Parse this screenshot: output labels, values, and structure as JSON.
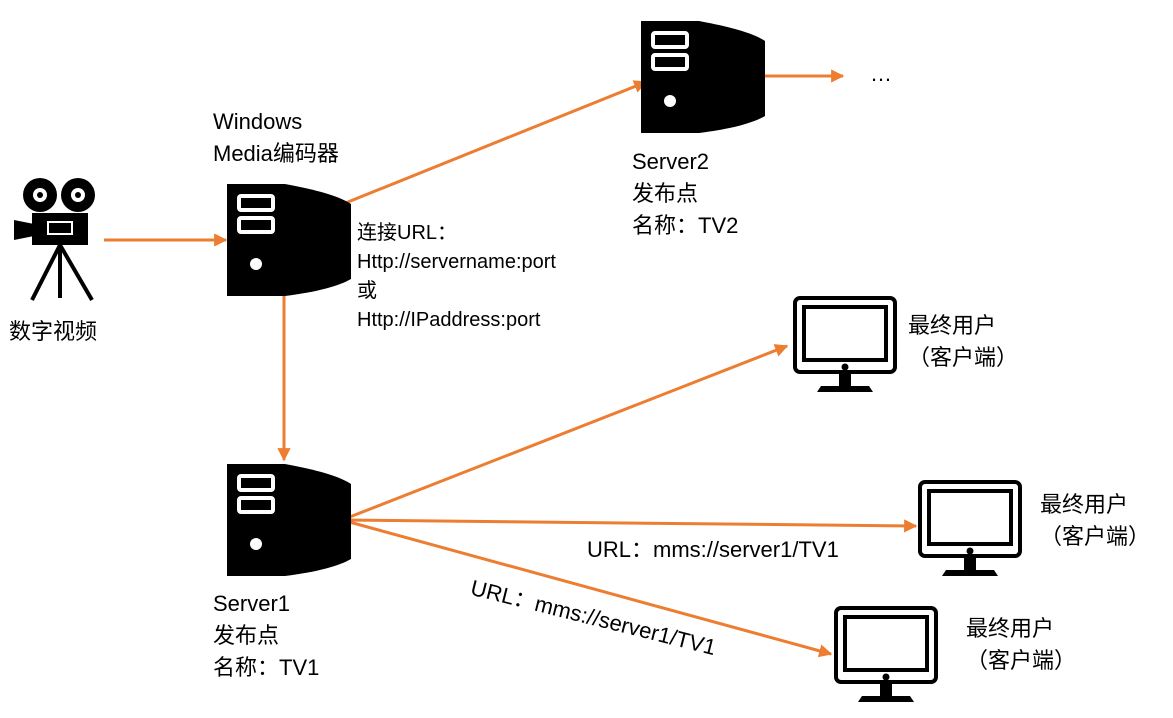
{
  "labels": {
    "camera": "数字视频",
    "encoder_line1": "Windows",
    "encoder_line2": "Media编码器",
    "connect_line1": "连接URL：",
    "connect_line2": "Http://servername:port",
    "connect_line3": "或",
    "connect_line4": "Http://IPaddress:port",
    "server2_line1": "Server2",
    "server2_line2": "发布点",
    "server2_line3": "名称：TV2",
    "ellipsis": "…",
    "server1_line1": "Server1",
    "server1_line2": "发布点",
    "server1_line3": "名称：TV1",
    "client_line1": "最终用户",
    "client_line2": "（客户端）",
    "url_mid": "URL：mms://server1/TV1",
    "url_bottom": "URL：mms://server1/TV1"
  },
  "colors": {
    "arrow": "#ed7d31",
    "icon": "#000000"
  },
  "icons": [
    "video-camera-icon",
    "server-icon",
    "monitor-icon"
  ]
}
